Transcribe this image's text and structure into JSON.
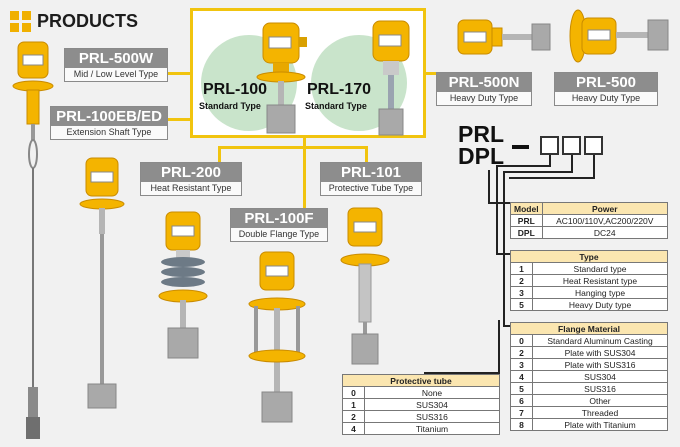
{
  "header": {
    "title": "PRODUCTS"
  },
  "products": {
    "prl500w": {
      "name": "PRL-500W",
      "type": "Mid / Low Level Type"
    },
    "prl100ebed": {
      "name": "PRL-100EB/ED",
      "type": "Extension Shaft Type"
    },
    "prl100": {
      "name": "PRL-100",
      "type": "Standard Type"
    },
    "prl170": {
      "name": "PRL-170",
      "type": "Standard Type"
    },
    "prl500n": {
      "name": "PRL-500N",
      "type": "Heavy Duty Type"
    },
    "prl500": {
      "name": "PRL-500",
      "type": "Heavy Duty Type"
    },
    "prl200": {
      "name": "PRL-200",
      "type": "Heat Resistant Type"
    },
    "prl101": {
      "name": "PRL-101",
      "type": "Protective Tube Type"
    },
    "prl100f": {
      "name": "PRL-100F",
      "type": "Double Flange Type"
    }
  },
  "model_code": {
    "line1": "PRL",
    "line2": "DPL"
  },
  "model_table": {
    "header_model": "Model",
    "header_power": "Power",
    "rows": [
      {
        "model": "PRL",
        "power": "AC100/110V,AC200/220V"
      },
      {
        "model": "DPL",
        "power": "DC24"
      }
    ]
  },
  "type_table": {
    "title": "Type",
    "rows": [
      {
        "k": "1",
        "v": "Standard type"
      },
      {
        "k": "2",
        "v": "Heat Resistant type"
      },
      {
        "k": "3",
        "v": "Hanging type"
      },
      {
        "k": "5",
        "v": "Heavy Duty type"
      }
    ]
  },
  "flange_table": {
    "title": "Flange Material",
    "rows": [
      {
        "k": "0",
        "v": "Standard Aluminum Casting"
      },
      {
        "k": "2",
        "v": "Plate with SUS304"
      },
      {
        "k": "3",
        "v": "Plate with SUS316"
      },
      {
        "k": "4",
        "v": "SUS304"
      },
      {
        "k": "5",
        "v": "SUS316"
      },
      {
        "k": "6",
        "v": "Other"
      },
      {
        "k": "7",
        "v": "Threaded"
      },
      {
        "k": "8",
        "v": "Plate with Titanium"
      }
    ]
  },
  "tube_table": {
    "title": "Protective tube",
    "rows": [
      {
        "k": "0",
        "v": "None"
      },
      {
        "k": "1",
        "v": "SUS304"
      },
      {
        "k": "2",
        "v": "SUS316"
      },
      {
        "k": "4",
        "v": "Titanium"
      }
    ]
  },
  "colors": {
    "accent": "#f1c40f",
    "plate": "#8d8d8d",
    "table_header": "#fbe6b0",
    "highlight_circle": "#c9e4cb"
  }
}
